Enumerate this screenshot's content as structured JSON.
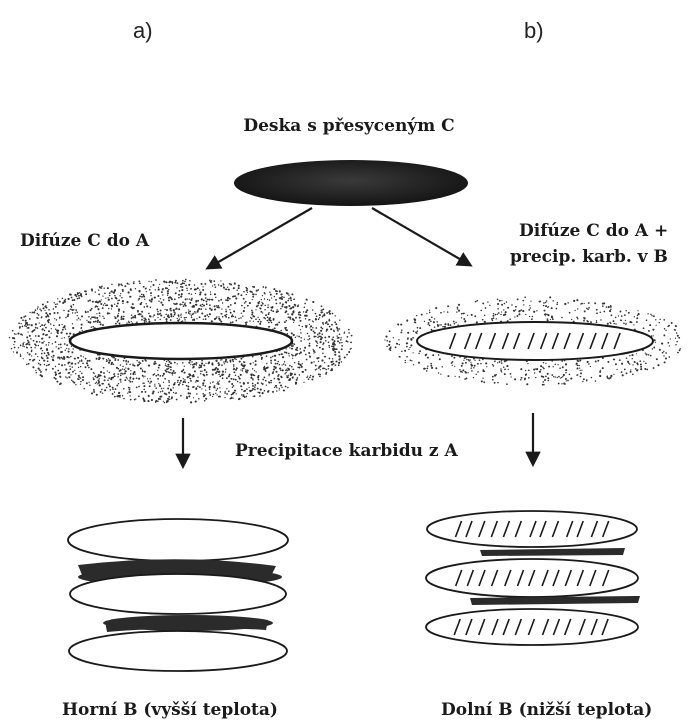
{
  "panel_labels": {
    "a": "a)",
    "b": "b)"
  },
  "top_plate_label": "Deska s přesyceným C",
  "left_step_label": "Difúze C do A",
  "right_step_label_line1": "Difúze C do A +",
  "right_step_label_line2": "precip. karb. v B",
  "middle_step_label": "Precipitace karbidu z A",
  "left_result_label": "Horní B (vyšší teplota)",
  "right_result_label": "Dolní B (nižší teplota)",
  "colors": {
    "ink": "#1a1a1a",
    "plate": "#2a2a2a",
    "background": "#ffffff"
  }
}
